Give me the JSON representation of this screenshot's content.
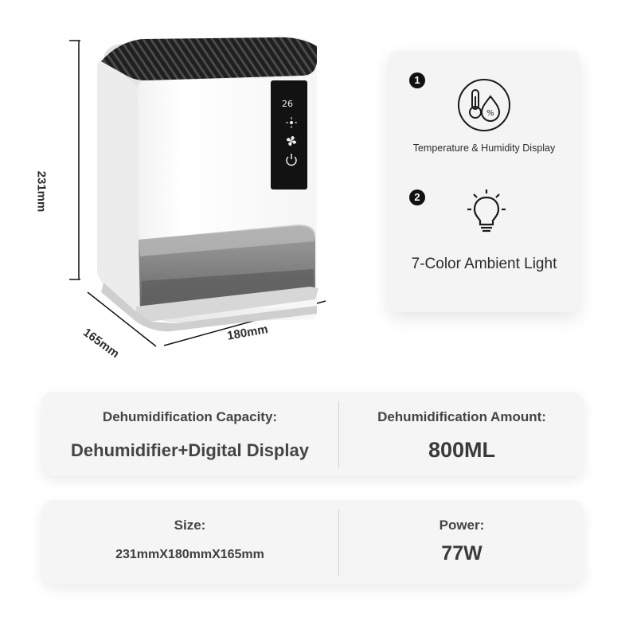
{
  "product": {
    "dimensions": {
      "height_label": "231mm",
      "depth_label": "165mm",
      "width_label": "180mm"
    },
    "display_icons": [
      "temperature-readout",
      "fan-icon",
      "mode-icon",
      "power-icon"
    ]
  },
  "features": [
    {
      "number": "1",
      "icon": "thermometer-humidity-icon",
      "text": "Temperature & Humidity Display"
    },
    {
      "number": "2",
      "icon": "light-bulb-icon",
      "text": "7-Color Ambient Light"
    }
  ],
  "specs": [
    {
      "left": {
        "label": "Dehumidification Capacity:",
        "value": "Dehumidifier+Digital Display"
      },
      "right": {
        "label": "Dehumidification Amount:",
        "value": "800ML"
      }
    },
    {
      "left": {
        "label": "Size:",
        "value": "231mmX180mmX165mm"
      },
      "right": {
        "label": "Power:",
        "value": "77W"
      }
    }
  ],
  "colors": {
    "card_background": "#f4f4f4",
    "text_primary": "#3a3a3a",
    "device_body": "#ffffff",
    "device_top": "#202020",
    "control_panel": "#121212",
    "water_tank": "#767676"
  }
}
